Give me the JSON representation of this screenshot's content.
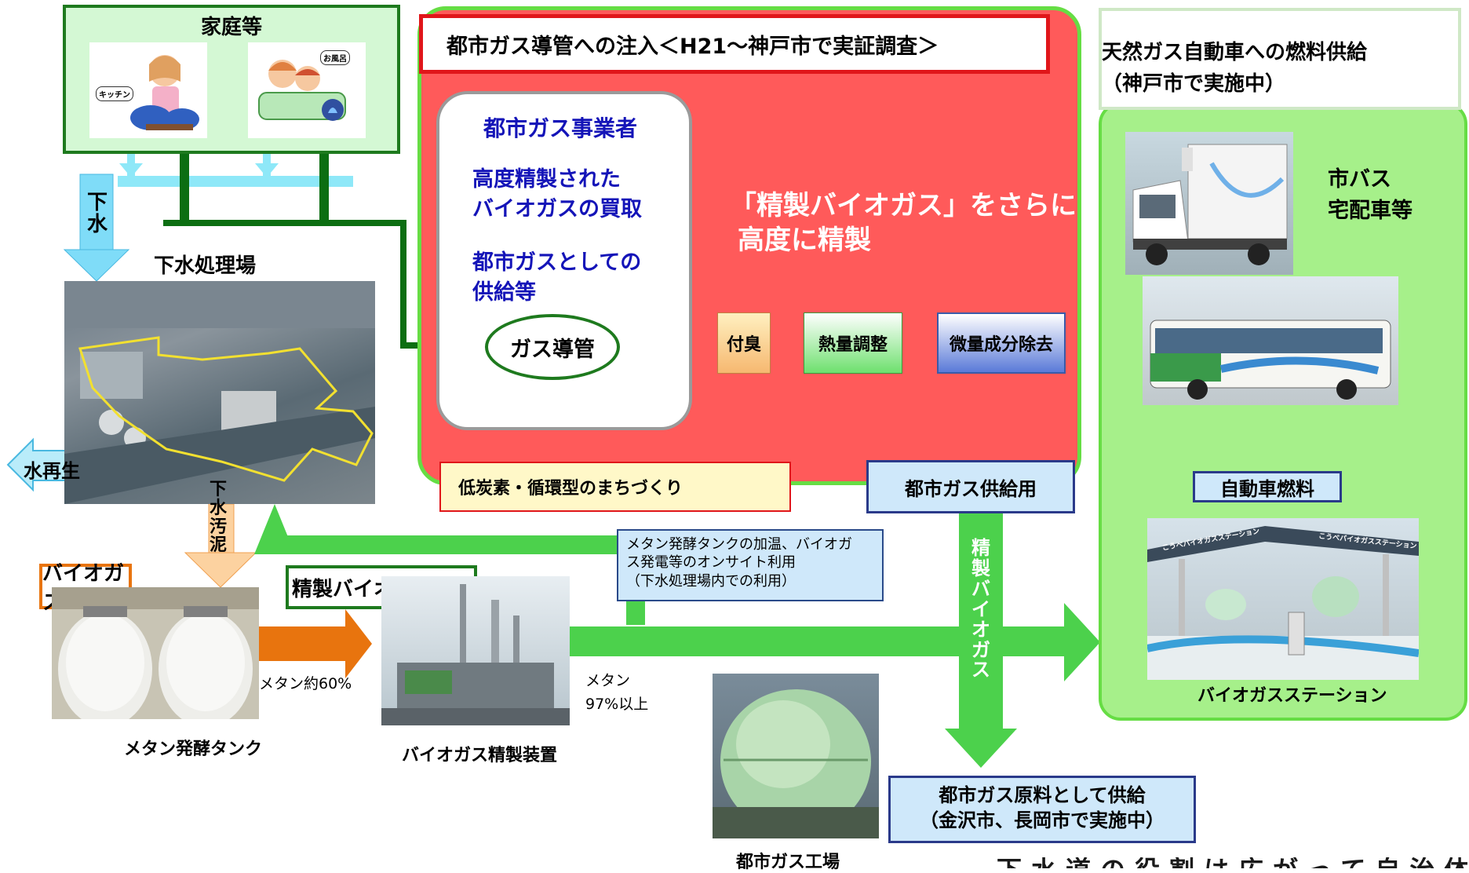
{
  "household": {
    "title": "家庭等",
    "kitchen_label": "キッチン",
    "bath_label": "お風呂"
  },
  "sewage": {
    "inflow_label": "下水",
    "plant_label": "下水処理場",
    "reclaimed_label": "水再生",
    "sludge_label": "下水汚泥"
  },
  "biogas": {
    "tag": "バイオガス",
    "methane_ratio": "メタン約60%",
    "tank_label": "メタン発酵タンク"
  },
  "refined": {
    "tag": "精製バイオガス",
    "methane_line1": "メタン",
    "methane_line2": "97%以上",
    "equipment_label": "バイオガス精製装置"
  },
  "onsite_note": [
    "メタン発酵タンクの加温、バイオガ",
    "ス発電等のオンサイト利用",
    "（下水処理場内での利用）"
  ],
  "injection": {
    "title": "都市ガス導管への注入＜H21～神戸市で実証調査＞",
    "operator_title": "都市ガス事業者",
    "operator_item1": [
      "高度精製された",
      "バイオガスの買取"
    ],
    "operator_item2": [
      "都市ガスとしての",
      "供給等"
    ],
    "pipeline": "ガス導管",
    "headline": [
      "「精製バイオガス」をさらに",
      "高度に精製"
    ],
    "step_odor": "付臭",
    "step_heat": "熱量調整",
    "step_trace": "微量成分除去",
    "lowcarbon": "低炭素・循環型のまちづくり"
  },
  "city_gas_supply_label": "都市ガス供給用",
  "refined_biogas_vertical": "精製バイオガス",
  "ngv": {
    "title": "天然ガス自動車への燃料供給",
    "subtitle": "（神戸市で実施中）",
    "vehicles": [
      "市バス",
      "宅配車等"
    ],
    "fuel_label": "自動車燃料",
    "station_label": "バイオガスステーション",
    "station_sign1": "こうべバイオガスステーション",
    "station_sign2": "こうべバイオガスステーション"
  },
  "raw_material": {
    "line1": "都市ガス原料として供給",
    "line2": "（金沢市、長岡市で実施中）"
  },
  "gas_works_label": "都市ガス工場",
  "bottom_cut_text": "下水道の役割は広がって自治体との連携を"
}
